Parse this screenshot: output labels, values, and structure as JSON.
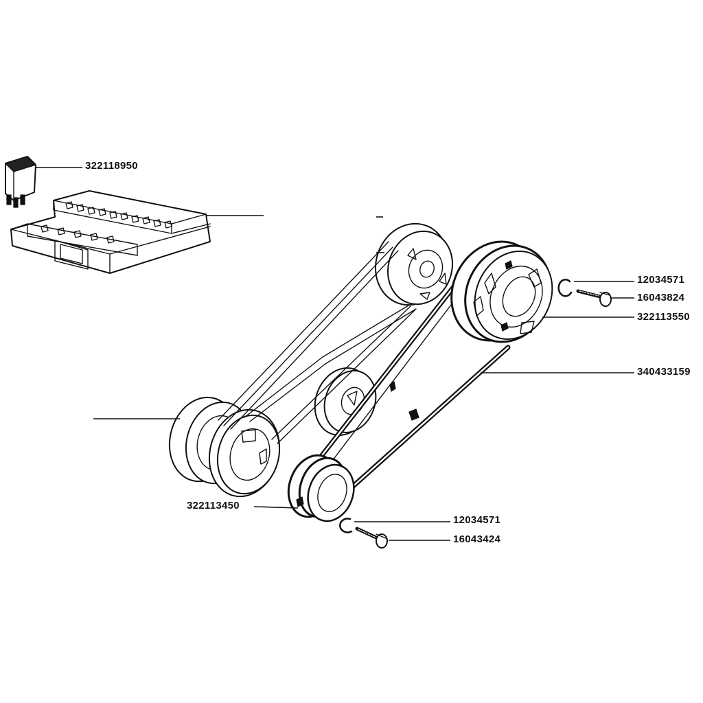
{
  "diagram": {
    "parts": [
      {
        "id": "relay",
        "number": "322118950",
        "icon": "relay-icon"
      },
      {
        "id": "circlip-upper",
        "number": "12034571",
        "icon": "circlip-icon"
      },
      {
        "id": "bolt-upper",
        "number": "16043824",
        "icon": "bolt-icon"
      },
      {
        "id": "pulley-upper",
        "number": "322113550",
        "icon": "pulley-icon"
      },
      {
        "id": "belt",
        "number": "340433159",
        "icon": "belt-icon"
      },
      {
        "id": "pulley-lower",
        "number": "322113450",
        "icon": "pulley-icon"
      },
      {
        "id": "circlip-lower",
        "number": "12034571",
        "icon": "circlip-icon"
      },
      {
        "id": "bolt-lower",
        "number": "16043424",
        "icon": "bolt-icon"
      }
    ],
    "unlabeled_components": [
      "fuse-box-icon",
      "existing-belt-drive-icon"
    ]
  }
}
